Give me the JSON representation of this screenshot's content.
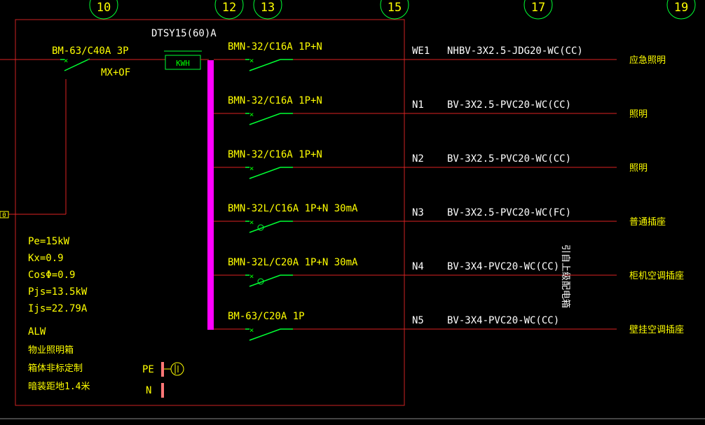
{
  "colors": {
    "background": "#000000",
    "frame": "#cc2222",
    "wire": "#dd2222",
    "breaker": "#00ff33",
    "busbar": "#ff00ff",
    "label_yellow": "#ffff00",
    "label_white": "#ffffff",
    "grid_bubble": "#00ff33"
  },
  "grid_axes": [
    "10",
    "12",
    "13",
    "15",
    "17",
    "19"
  ],
  "meter": {
    "model": "DTSY15(60)A",
    "label": "KWH"
  },
  "main_breaker": {
    "model": "BM-63/C40A 3P",
    "accessory": "MX+OF"
  },
  "feed_tag": "0",
  "parameters": [
    "Pe=15kW",
    "Kx=0.9",
    "CosΦ=0.9",
    "Pjs=13.5kW",
    "Ijs=22.79A"
  ],
  "box_info": [
    "ALW",
    "物业照明箱",
    "箱体非标定制",
    "暗装距地1.4米"
  ],
  "terminals": {
    "pe": "PE",
    "n": "N"
  },
  "side_note": "引自上级配电箱",
  "circuits": [
    {
      "breaker": "BMN-32/C16A 1P+N",
      "id": "WE1",
      "cable": "NHBV-3X2.5-JDG20-WC(CC)",
      "load": "应急照明",
      "rcd": false
    },
    {
      "breaker": "BMN-32/C16A 1P+N",
      "id": "N1",
      "cable": "BV-3X2.5-PVC20-WC(CC)",
      "load": "照明",
      "rcd": false
    },
    {
      "breaker": "BMN-32/C16A 1P+N",
      "id": "N2",
      "cable": "BV-3X2.5-PVC20-WC(CC)",
      "load": "照明",
      "rcd": false
    },
    {
      "breaker": "BMN-32L/C16A 1P+N 30mA",
      "id": "N3",
      "cable": "BV-3X2.5-PVC20-WC(FC)",
      "load": "普通插座",
      "rcd": true
    },
    {
      "breaker": "BMN-32L/C20A 1P+N 30mA",
      "id": "N4",
      "cable": "BV-3X4-PVC20-WC(CC)",
      "load": "柜机空调插座",
      "rcd": true
    },
    {
      "breaker": "BM-63/C20A 1P",
      "id": "N5",
      "cable": "BV-3X4-PVC20-WC(CC)",
      "load": "壁挂空调插座",
      "rcd": false
    }
  ]
}
